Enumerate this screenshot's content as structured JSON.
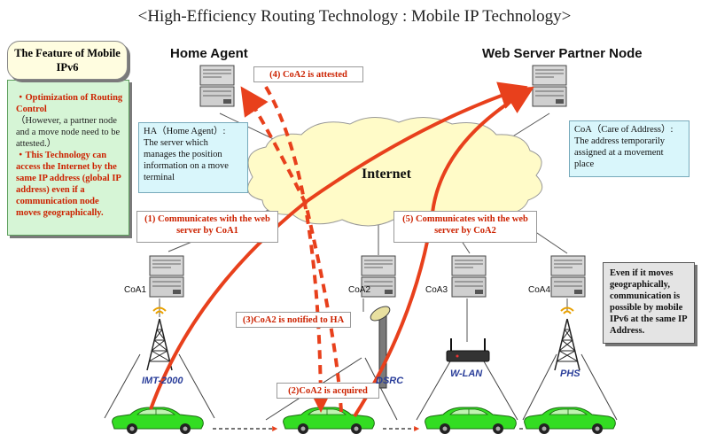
{
  "title": "<High-Efficiency Routing Technology : Mobile IP Technology>",
  "nodes": {
    "home_agent": "Home Agent",
    "web_server": "Web Server Partner Node",
    "internet": "Internet"
  },
  "feature": {
    "heading": "The Feature of Mobile IPv6",
    "point1": "・Optimization of Routing Control",
    "point1_note": "（However, a partner node and a move node need to be attested.）",
    "point2": "・This Technology can access the Internet by the same IP address (global IP address) even if a communication node moves geographically."
  },
  "info": {
    "ha_title": "HA（Home Agent）:",
    "ha_body": "The server which manages the position information on a move terminal",
    "coa_title": "CoA（Care of Address）:",
    "coa_body": "The address temporarily assigned at a movement place",
    "mobility_note": "Even if it moves geographically, communication is possible by mobile IPv6 at the same IP Address."
  },
  "steps": {
    "s1": "(1) Communicates with the web server by CoA1",
    "s2": "(2)CoA2 is acquired",
    "s3": "(3)CoA2 is notified to HA",
    "s4": "(4) CoA2 is attested",
    "s5": "(5) Communicates with the web server by CoA2"
  },
  "coa_labels": [
    "CoA1",
    "CoA2",
    "CoA3",
    "CoA4"
  ],
  "networks": [
    "IMT-2000",
    "DSRC",
    "W-LAN",
    "PHS"
  ],
  "colors": {
    "arrow": "#e8401c",
    "car": "#33dd22",
    "cloud": "#fffbc8"
  }
}
